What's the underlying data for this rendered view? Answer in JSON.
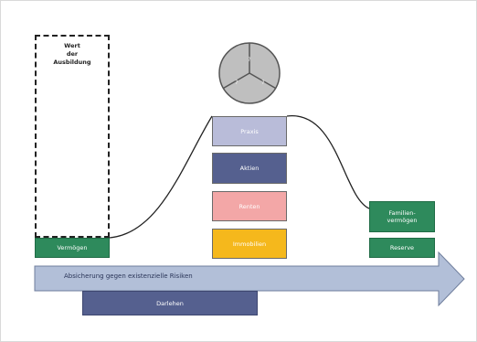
{
  "left_column": {
    "dashed_box_label": "Wert\nder\nAusbildung",
    "base_box_label": "Vermögen"
  },
  "pie": {
    "segments": [
      "?",
      "?",
      "?"
    ]
  },
  "stack": {
    "items": [
      {
        "label": "Praxis",
        "color": "#b9bcd9"
      },
      {
        "label": "Aktien",
        "color": "#55608f"
      },
      {
        "label": "Renten",
        "color": "#f3a7a7"
      },
      {
        "label": "Immobilien",
        "color": "#f5b81c"
      }
    ]
  },
  "right_column": {
    "top_box_label": "Familien-\nvermögen",
    "bottom_box_label": "Reserve"
  },
  "arrow": {
    "label": "Absicherung gegen existenzielle Risiken"
  },
  "loan": {
    "label": "Darlehen"
  },
  "colors": {
    "green": "#2e8a5c",
    "arrow_fill": "#b2bfd8",
    "loan": "#55608f",
    "pie_fill": "#bfbfbf"
  }
}
